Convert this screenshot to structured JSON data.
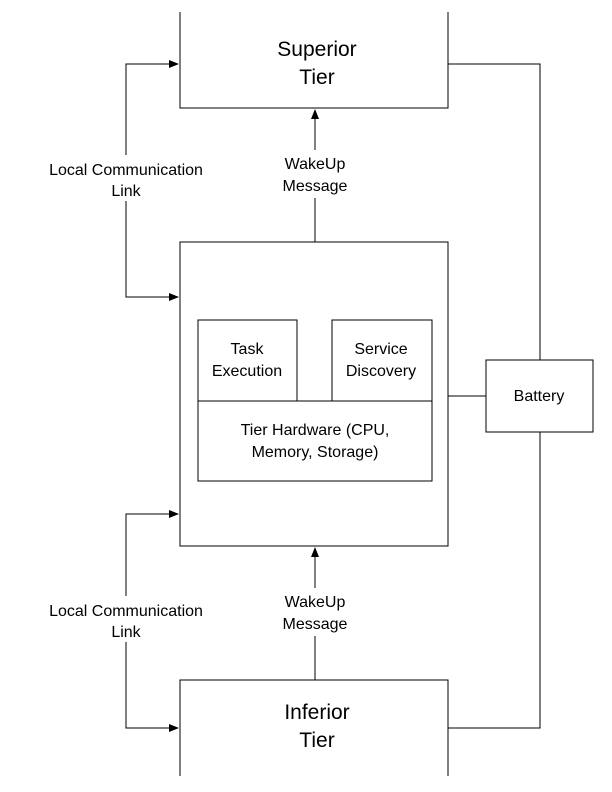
{
  "superior_tier": {
    "line1": "Superior",
    "line2": "Tier"
  },
  "inferior_tier": {
    "line1": "Inferior",
    "line2": "Tier"
  },
  "wakeup_top": {
    "line1": "WakeUp",
    "line2": "Message"
  },
  "wakeup_bottom": {
    "line1": "WakeUp",
    "line2": "Message"
  },
  "local_link_top": {
    "line1": "Local Communication",
    "line2": "Link"
  },
  "local_link_bottom": {
    "line1": "Local Communication",
    "line2": "Link"
  },
  "task_execution": {
    "line1": "Task",
    "line2": "Execution"
  },
  "service_discovery": {
    "line1": "Service",
    "line2": "Discovery"
  },
  "tier_hardware": {
    "line1": "Tier Hardware (CPU,",
    "line2": "Memory, Storage)"
  },
  "battery": {
    "label": "Battery"
  }
}
